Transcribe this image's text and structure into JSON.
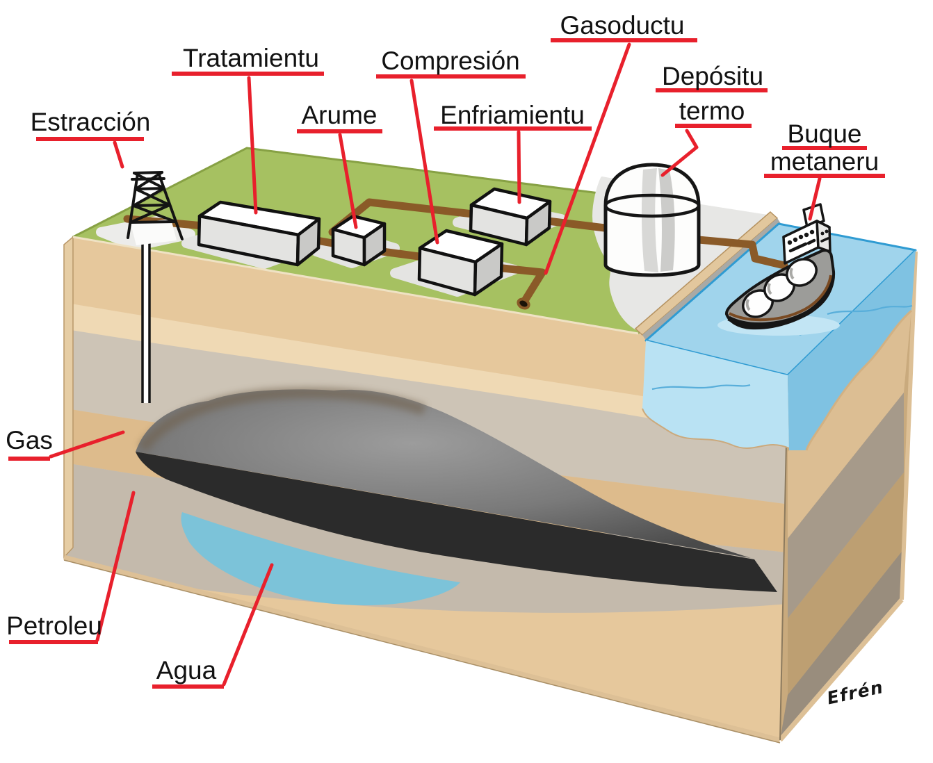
{
  "diagram": {
    "type": "natural-gas production and transport cutaway diagram",
    "labels": {
      "estraccion": "Estracción",
      "tratamientu": "Tratamientu",
      "arume": "Arume",
      "compresion": "Compresión",
      "enfriamientu": "Enfriamientu",
      "gasoductu": "Gasoductu",
      "depositu_line1": "Depósitu",
      "depositu_line2": "termo",
      "buque_line1": "Buque",
      "buque_line2": "metaneru",
      "gas": "Gas",
      "petroleu": "Petroleu",
      "agua": "Agua"
    },
    "signature": "Efrén",
    "colors": {
      "label_red": "#e8202c",
      "grass_green": "#a6c161",
      "pipe_brown": "#8a5a28",
      "sea_top_blue": "#a0d4ec",
      "sea_front_blue": "#b9e2f3",
      "sea_right_blue": "#7fc2e2",
      "sand_tan": "#e6c89c",
      "gas_gray": "#6f6f6f",
      "oil_black": "#2b2b2b",
      "water_blue": "#7cc3d9",
      "pad_gray": "#e4e4e2"
    }
  }
}
